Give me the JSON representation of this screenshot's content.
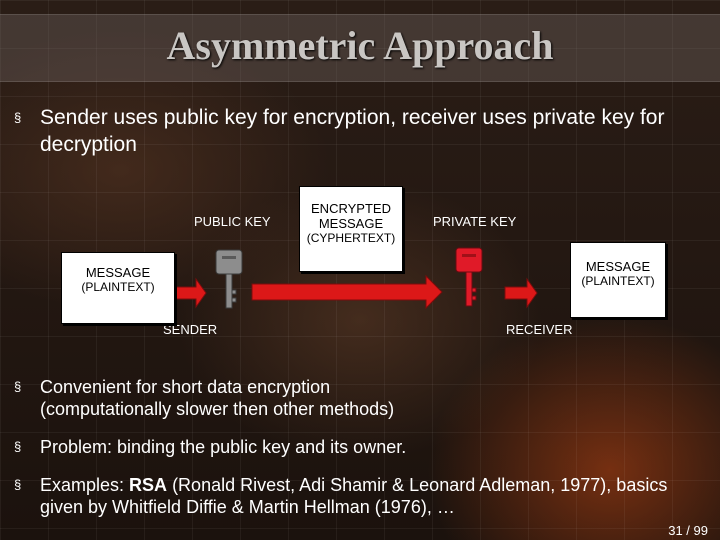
{
  "slide": {
    "title": "Asymmetric Approach",
    "bullets": [
      {
        "text": "Sender uses public key for encryption, receiver uses private key for decryption"
      },
      {
        "text": "Convenient for short data encryption (computationally slower then other methods)"
      },
      {
        "text": "Problem: binding the public key and its owner."
      },
      {
        "prefix": "Examples: ",
        "bold": "RSA",
        "suffix": " (Ronald Rivest, Adi Shamir & Leonard Adleman, 1977), basics given by Whitfield Diffie & Martin Hellman (1976), …"
      }
    ],
    "bullet_mark": "§"
  },
  "diagram": {
    "public_key_label": "PUBLIC KEY",
    "private_key_label": "PRIVATE KEY",
    "sender_label": "SENDER",
    "receiver_label": "RECEIVER",
    "left_card": {
      "line1": "MESSAGE",
      "line2": "(PLAINTEXT)"
    },
    "middle_card": {
      "line1": "ENCRYPTED",
      "line2": "MESSAGE",
      "line3": "(CYPHERTEXT)"
    },
    "right_card": {
      "line1": "MESSAGE",
      "line2": "(PLAINTEXT)"
    },
    "colors": {
      "arrow": "#dc1818",
      "public_key": "#8d8d8d",
      "private_key": "#e01a28"
    },
    "icons": [
      "public-key-icon",
      "private-key-icon",
      "arrow-icon"
    ]
  },
  "footer": {
    "page": "31 / 99"
  }
}
